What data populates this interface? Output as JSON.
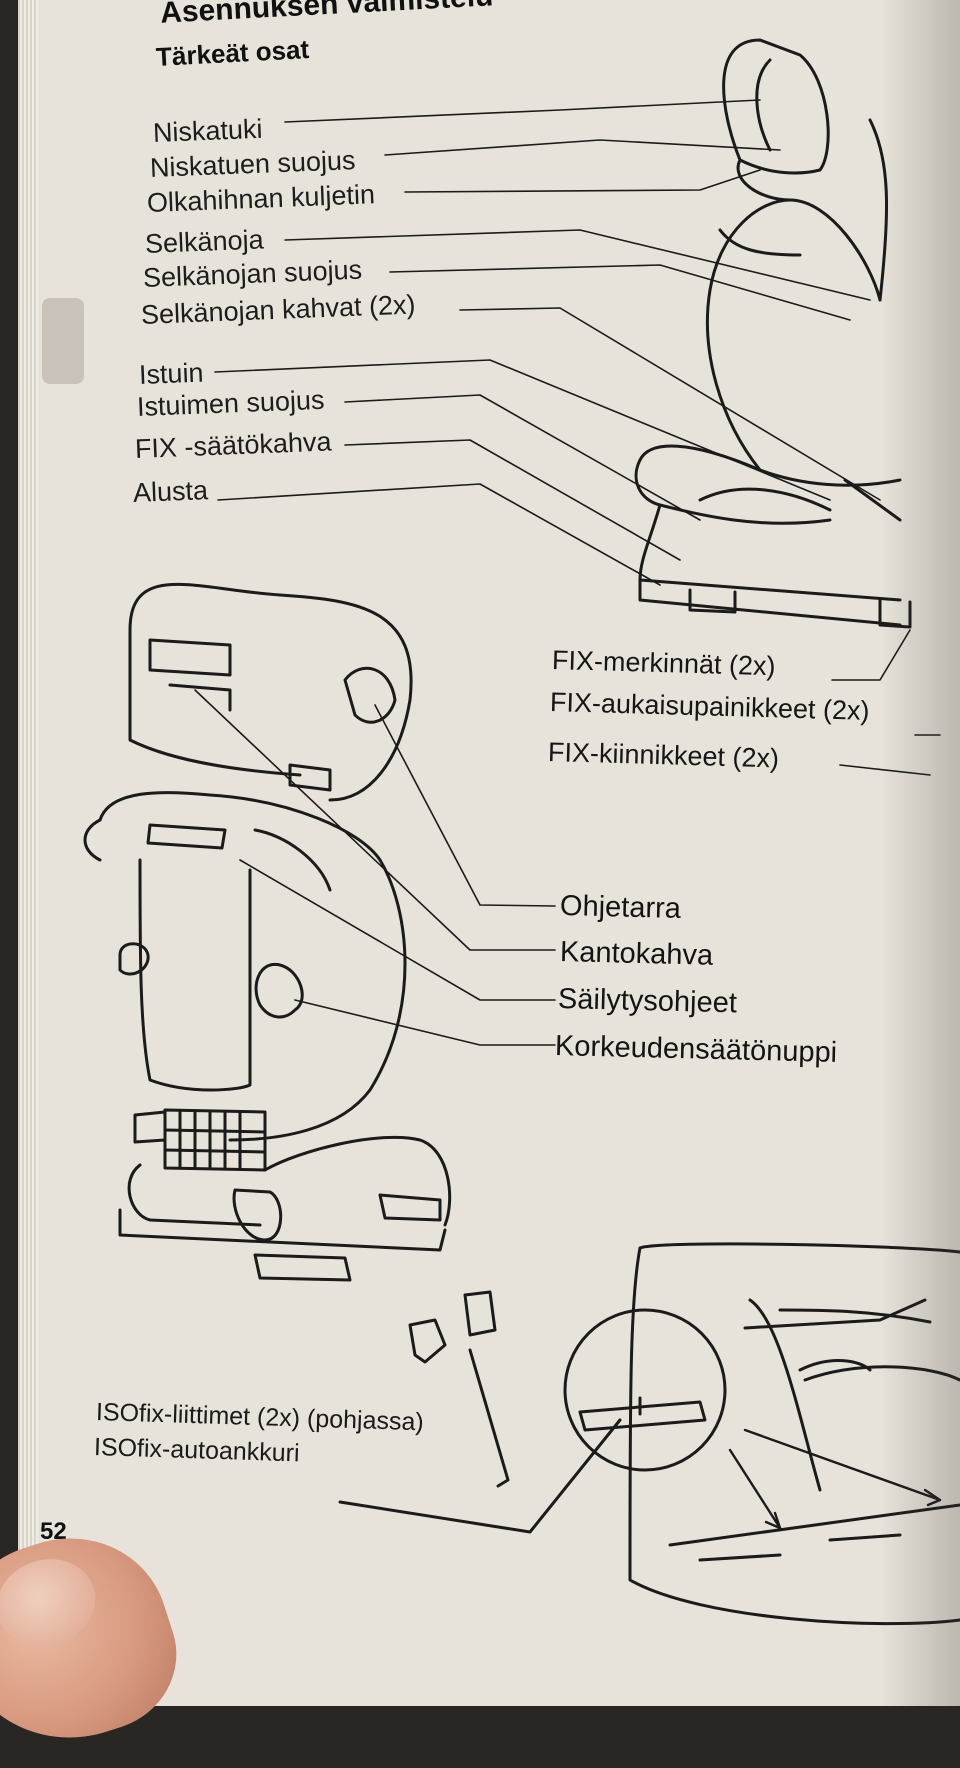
{
  "header": {
    "title": "Asennuksen valmistelu",
    "subtitle": "Tärkeät osat"
  },
  "labels_top": [
    "Niskatuki",
    "Niskatuen suojus",
    "Olkahihnan kuljetin",
    "Selkänoja",
    "Selkänojan suojus",
    "Selkänojan kahvat (2x)",
    "Istuin",
    "Istuimen suojus",
    "FIX -säätökahva",
    "Alusta"
  ],
  "labels_fix": [
    "FIX-merkinnät (2x)",
    "FIX-aukaisupainikkeet (2x)",
    "FIX-kiinnikkeet (2x)"
  ],
  "labels_back": [
    "Ohjetarra",
    "Kantokahva",
    "Säilytysohjeet",
    "Korkeudensäätönuppi"
  ],
  "labels_isofix": [
    "ISOfix-liittimet (2x) (pohjassa)",
    "ISOfix-autoankkuri"
  ],
  "page_number": "52",
  "colors": {
    "paper": "#e7e3da",
    "ink": "#141414"
  }
}
